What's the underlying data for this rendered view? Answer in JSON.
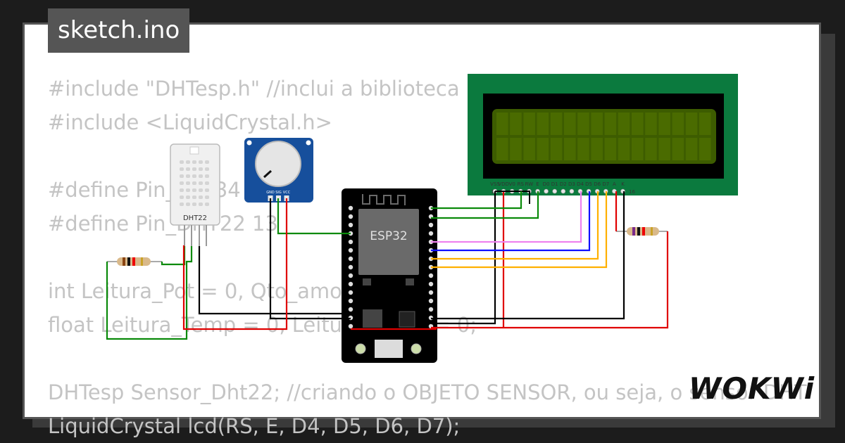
{
  "tab": {
    "label": "sketch.ino"
  },
  "code_lines": [
    "#include \"DHTesp.h\" //inclui a biblioteca DHTesp para ESPx",
    "#include <LiquidCrystal.h>",
    "",
    "#define Pin_Pot 34",
    "#define Pin_DHT22 13",
    "",
    "int Leitura_Pot = 0, Qto_amostra = 0;",
    "float Leitura_Temp = 0, Leitura_Umid = 0;",
    "",
    "DHTesp Sensor_Dht22; //criando o OBJETO SENSOR, ou seja, o sensor DHT",
    "LiquidCrystal lcd(RS, E, D4, D5, D6, D7);"
  ],
  "components": {
    "dht_label": "DHT22",
    "esp_label": "ESP32",
    "pot_pins": [
      "GND",
      "SIG",
      "VCC"
    ],
    "lcd_pins": [
      "VSS",
      "VDD",
      "V0",
      "RS",
      "RW",
      "E",
      "D0",
      "D1",
      "D2",
      "D3",
      "D4",
      "D5",
      "D6",
      "D7",
      "A",
      "K"
    ],
    "lcd_pin_first": "1",
    "lcd_pin_last": "16"
  },
  "brand": "WOKWi",
  "colors": {
    "wire_green": "#0a8a0a",
    "wire_red": "#e00000",
    "wire_black": "#000000",
    "wire_blue": "#1010ff",
    "wire_violet": "#ee82ee",
    "wire_gold": "#ffb000",
    "lcd_board": "#0b7a3e",
    "lcd_screen": "#3d5c00",
    "pot_board": "#164f9c"
  }
}
